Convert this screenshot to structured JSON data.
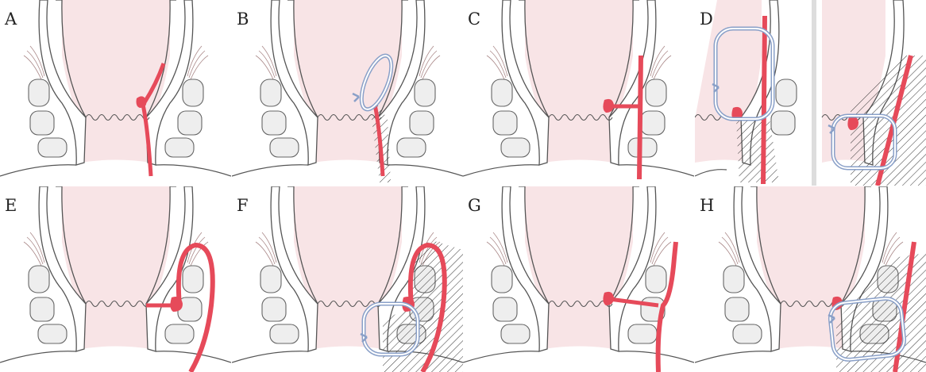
{
  "figure": {
    "panels": [
      {
        "letter": "A"
      },
      {
        "letter": "B"
      },
      {
        "letter": "C"
      },
      {
        "letter": "D"
      },
      {
        "letter": "E"
      },
      {
        "letter": "F"
      },
      {
        "letter": "G"
      },
      {
        "letter": "H"
      }
    ]
  },
  "colors": {
    "lumen": "#f8e4e6",
    "wall_fill": "#ffffff",
    "outline": "#555555",
    "muscle_fill": "#eeeeee",
    "fistula": "#e64a5a",
    "seton_outer": "#8aa0c8",
    "hatch": "#333333"
  }
}
